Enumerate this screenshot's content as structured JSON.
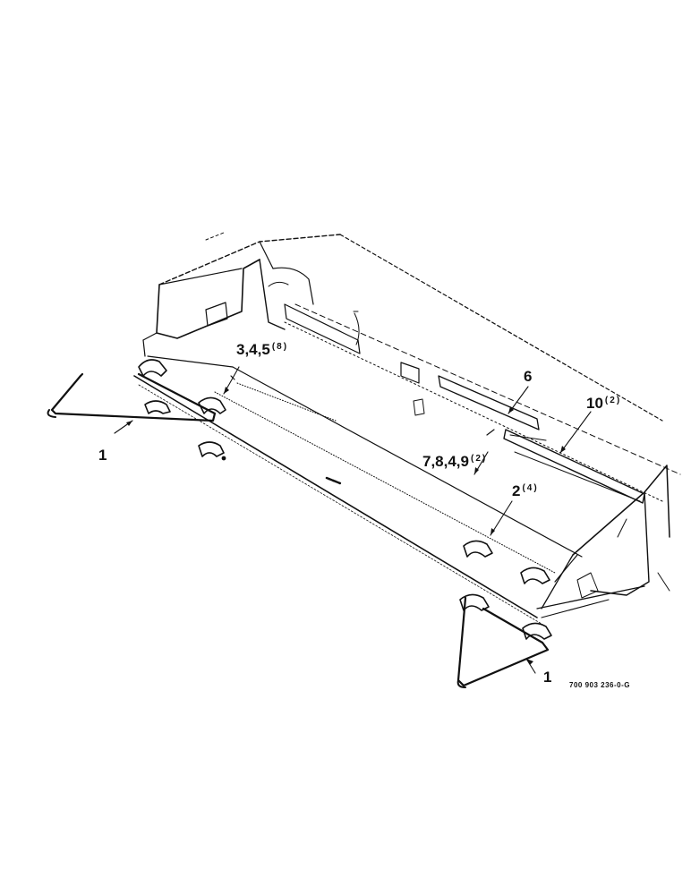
{
  "diagram": {
    "callouts": {
      "c_345": {
        "text": "3,4,5",
        "qty": "(8)"
      },
      "c_6": {
        "text": "6",
        "qty": ""
      },
      "c_10": {
        "text": "10",
        "qty": "(2)"
      },
      "c_7849": {
        "text": "7,8,4,9",
        "qty": "(2)"
      },
      "c_2": {
        "text": "2",
        "qty": "(4)"
      },
      "c_1_left": {
        "text": "1",
        "qty": ""
      },
      "c_1_right": {
        "text": "1",
        "qty": ""
      }
    },
    "reference_number": "700 903 236-0-G",
    "colors": {
      "ink": "#111111",
      "paper": "#ffffff"
    }
  }
}
